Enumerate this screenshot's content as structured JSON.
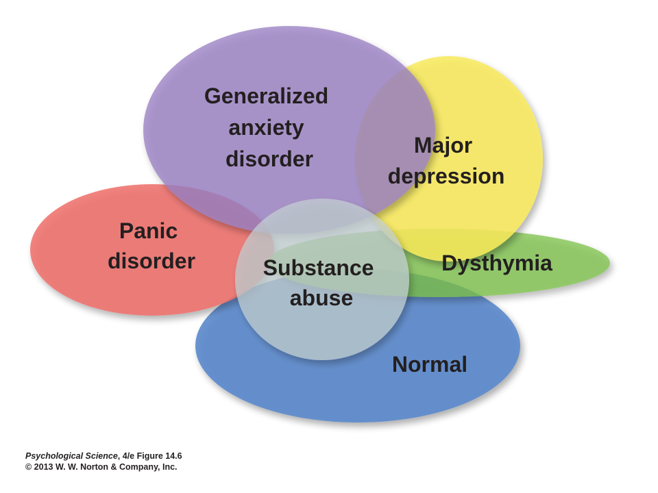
{
  "diagram": {
    "regions": [
      {
        "id": "gad",
        "lines": [
          "Generalized",
          "anxiety",
          "disorder"
        ],
        "color": "#9b82c4"
      },
      {
        "id": "major-depression",
        "lines": [
          "Major",
          "depression"
        ],
        "color": "#f8ea5c"
      },
      {
        "id": "panic",
        "lines": [
          "Panic",
          "disorder"
        ],
        "color": "#ee6f6a"
      },
      {
        "id": "dysthymia",
        "lines": [
          "Dysthymia"
        ],
        "color": "#7cc24a"
      },
      {
        "id": "normal",
        "lines": [
          "Normal"
        ],
        "color": "#5b88cb"
      },
      {
        "id": "substance",
        "lines": [
          "Substance",
          "abuse"
        ],
        "color": "#b7c6c9"
      }
    ]
  },
  "caption": {
    "book_title": "Psychological Science",
    "edition": ", 4/e  Figure 14.6",
    "copyright": "© 2013 W. W. Norton & Company, Inc."
  }
}
